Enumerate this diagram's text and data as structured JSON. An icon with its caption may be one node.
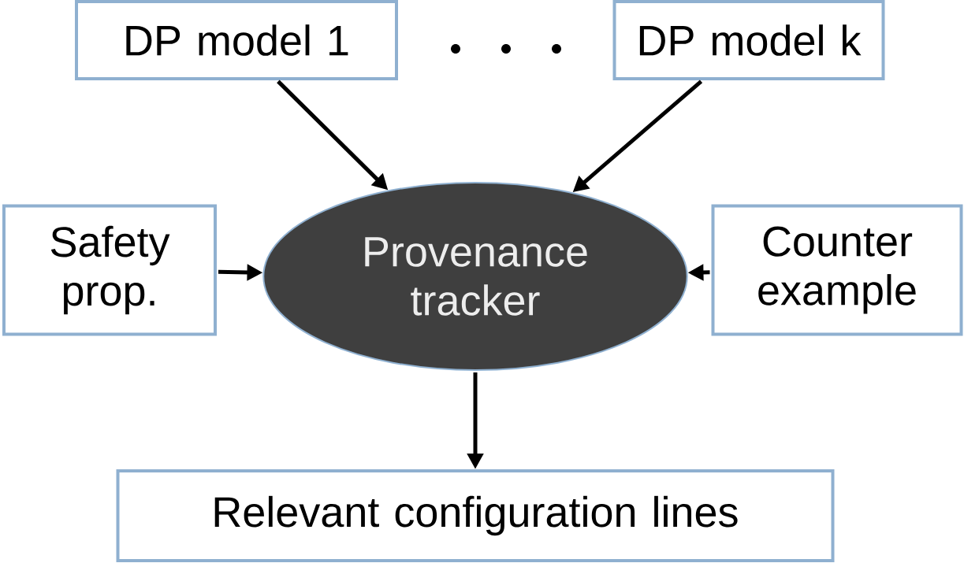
{
  "diagram": {
    "nodes": [
      {
        "text": [
          "DP model 1"
        ]
      },
      {
        "text": [
          "DP model k"
        ]
      },
      {
        "text": [
          "Safety prop."
        ]
      },
      {
        "text": [
          "Provenance tracker"
        ]
      },
      {
        "text": [
          "Counter example"
        ]
      },
      {
        "text": [
          "Relevant configuration lines"
        ]
      }
    ],
    "edges": [
      {
        "from": 0,
        "to": 3,
        "arrow": "to"
      },
      {
        "from": 1,
        "to": 3,
        "arrow": "to"
      },
      {
        "from": 2,
        "to": 3,
        "arrow": "to"
      },
      {
        "from": 4,
        "to": 3,
        "arrow": "to"
      },
      {
        "from": 3,
        "to": 5,
        "arrow": "to"
      }
    ]
  }
}
